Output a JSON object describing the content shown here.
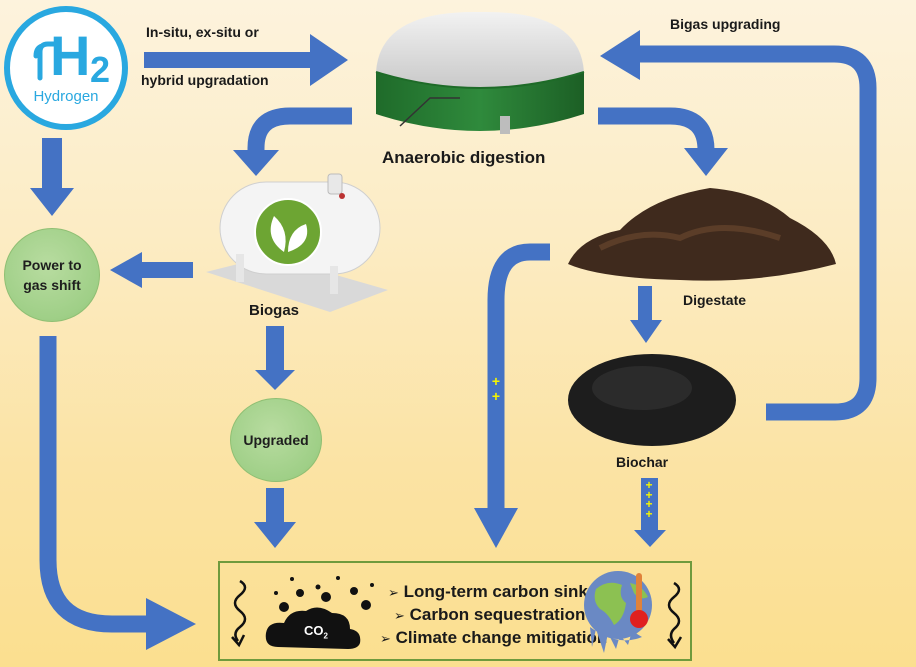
{
  "hydrogen": {
    "symbol": "H",
    "subscript": "2",
    "caption": "Hydrogen",
    "icon": "hydrogen-fuel-icon"
  },
  "labels": {
    "insitu_line1": "In-situ, ex-situ or",
    "insitu_line2": "hybrid upgradation",
    "anaerobic_digestion": "Anaerobic digestion",
    "biogas_upgrading": "Bigas upgrading",
    "biogas": "Biogas",
    "digestate": "Digestate",
    "biochar": "Biochar"
  },
  "nodes": {
    "power_to_gas_line1": "Power to",
    "power_to_gas_line2": "gas shift",
    "upgraded": "Upgraded"
  },
  "outcomes": {
    "items": [
      "Long-term carbon sink",
      "Carbon sequestration",
      "Climate change mitigation"
    ],
    "bullet_glyph": "➢",
    "co2_label": "CO",
    "co2_sub": "2"
  },
  "markers": {
    "digestate_path_plus": "++",
    "biochar_path_plus": "++++"
  },
  "icons": {
    "digester": "biogas-digester-icon",
    "tank": "biogas-tank-icon",
    "leaf": "leaf-icon",
    "soil": "digestate-pile-icon",
    "char": "biochar-pile-icon",
    "cloud": "co2-cloud-icon",
    "earth": "melting-earth-icon",
    "thermometer": "thermometer-icon"
  },
  "colors": {
    "arrow": "#4472c4",
    "node_fill": "#a6d38d",
    "box_border": "#6f9a3d",
    "hydrogen_blue": "#29a8e0",
    "digester_green": "#2e7d32",
    "plus_yellow": "#f5f500"
  }
}
